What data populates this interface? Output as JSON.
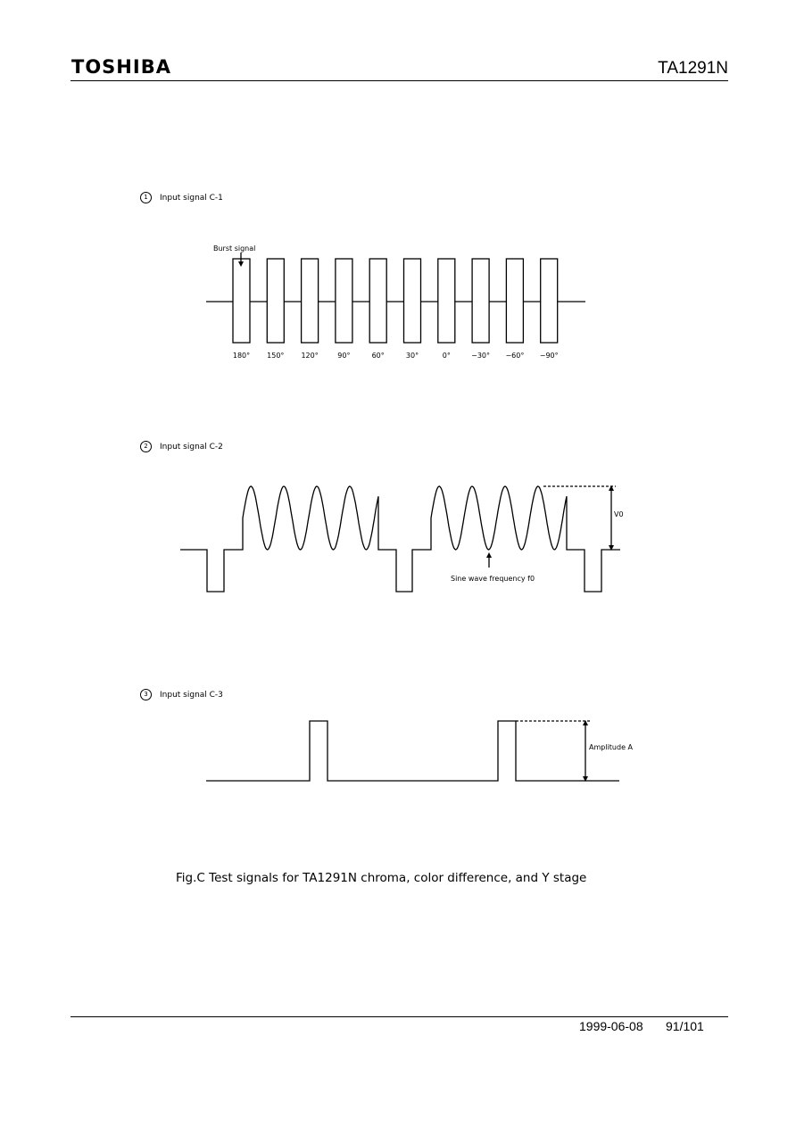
{
  "header": {
    "brand": "TOSHIBA",
    "part_number": "TA1291N"
  },
  "sections": [
    {
      "number": "1",
      "label": "Input signal C-1",
      "burst_label": "Burst signal",
      "phase_labels": [
        "180°",
        "150°",
        "120°",
        "90°",
        "60°",
        "30°",
        "0°",
        "−30°",
        "−60°",
        "−90°"
      ]
    },
    {
      "number": "2",
      "label": "Input signal C-2",
      "amplitude_label": "V0",
      "frequency_label": "Sine wave frequency f0"
    },
    {
      "number": "3",
      "label": "Input signal C-3",
      "amplitude_label": "Amplitude A"
    }
  ],
  "caption": "Fig.C  Test signals for TA1291N chroma, color difference, and Y stage",
  "footer": {
    "date": "1999-06-08",
    "page": "91/101"
  }
}
